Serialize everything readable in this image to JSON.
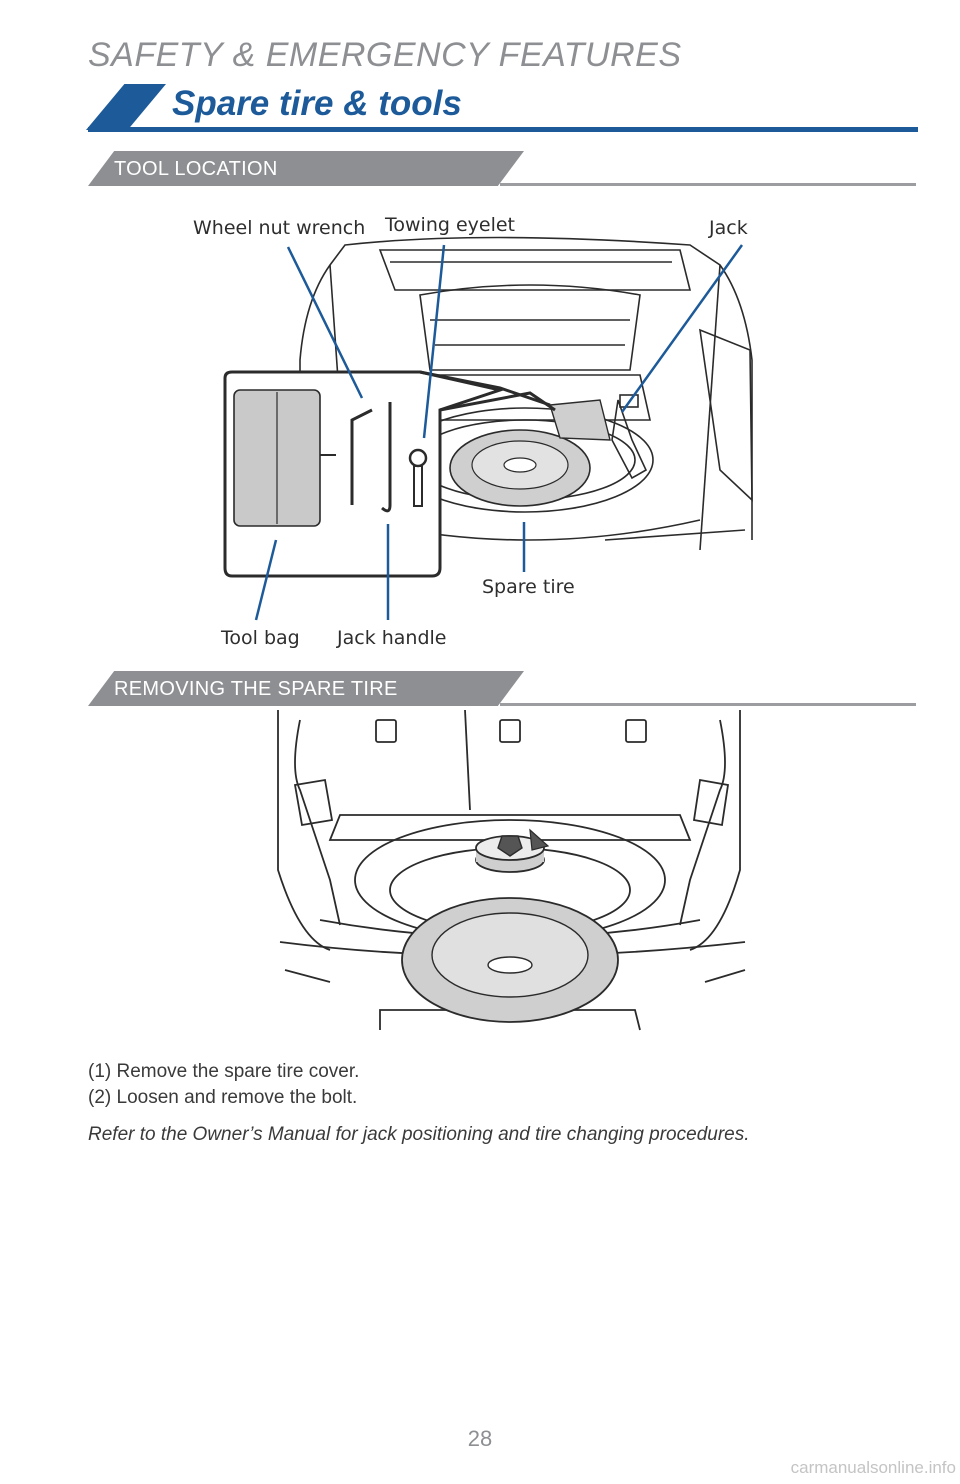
{
  "header": {
    "section_title": "SAFETY & EMERGENCY FEATURES",
    "page_title": "Spare tire & tools",
    "accent_color": "#1d5a99",
    "gray_color": "#8d8f93"
  },
  "tool_location": {
    "heading": "TOOL LOCATION",
    "labels": {
      "wheel_nut_wrench": "Wheel nut wrench",
      "towing_eyelet": "Towing eyelet",
      "jack": "Jack",
      "spare_tire": "Spare tire",
      "tool_bag": "Tool bag",
      "jack_handle": "Jack handle"
    }
  },
  "removing": {
    "heading": "REMOVING THE SPARE TIRE",
    "steps": [
      "(1) Remove the spare tire cover.",
      "(2) Loosen and remove the bolt."
    ],
    "note": "Refer to the Owner’s Manual for jack positioning and tire changing procedures."
  },
  "footer": {
    "page_number": "28",
    "watermark": "carmanualsonline.info"
  }
}
